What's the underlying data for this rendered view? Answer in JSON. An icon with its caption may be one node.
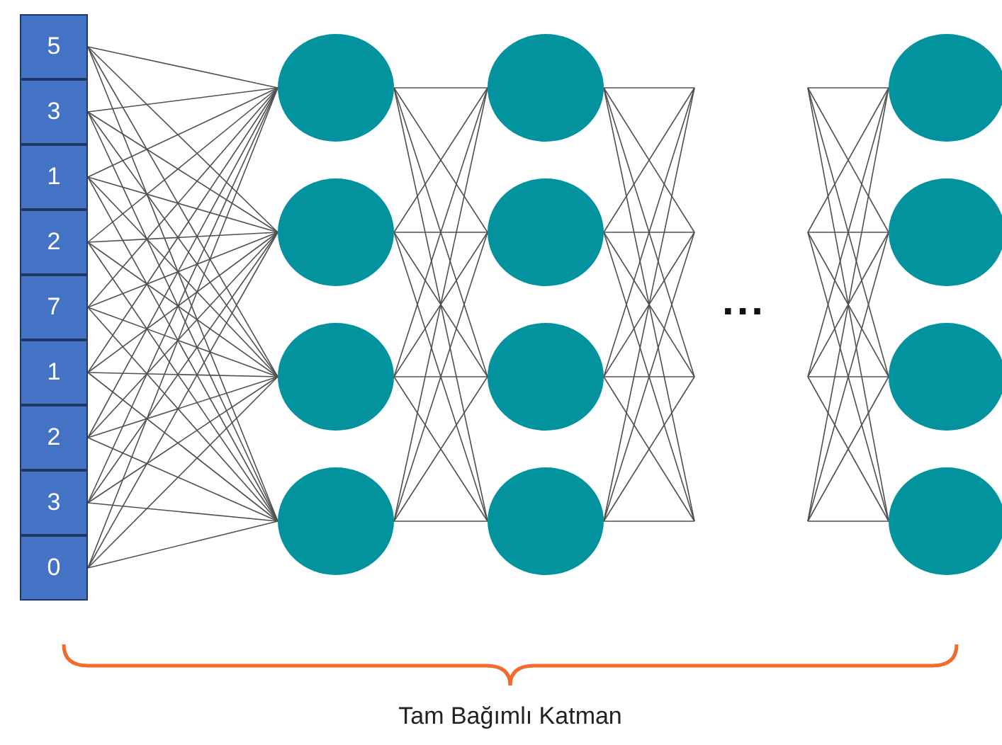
{
  "diagram": {
    "nodes": [
      {
        "text": [
          "5"
        ]
      },
      {
        "text": [
          "3"
        ]
      },
      {
        "text": [
          "1"
        ]
      },
      {
        "text": [
          "2"
        ]
      },
      {
        "text": [
          "7"
        ]
      },
      {
        "text": [
          "1"
        ]
      },
      {
        "text": [
          "2"
        ]
      },
      {
        "text": [
          "3"
        ]
      },
      {
        "text": [
          "0"
        ]
      },
      {
        "text": [],
        "shape": "circle"
      },
      {
        "text": [],
        "shape": "circle"
      },
      {
        "text": [],
        "shape": "circle"
      },
      {
        "text": [],
        "shape": "circle"
      },
      {
        "text": [],
        "shape": "circle"
      },
      {
        "text": [],
        "shape": "circle"
      },
      {
        "text": [],
        "shape": "circle"
      },
      {
        "text": [],
        "shape": "circle"
      },
      {
        "text": [],
        "shape": "circle"
      },
      {
        "text": [],
        "shape": "circle"
      },
      {
        "text": [],
        "shape": "circle"
      },
      {
        "text": [],
        "shape": "circle"
      }
    ],
    "edges": [
      {
        "from": 0,
        "to": 9,
        "arrow": "none"
      },
      {
        "from": 0,
        "to": 10,
        "arrow": "none"
      },
      {
        "from": 0,
        "to": 11,
        "arrow": "none"
      },
      {
        "from": 0,
        "to": 12,
        "arrow": "none"
      },
      {
        "from": 1,
        "to": 9,
        "arrow": "none"
      },
      {
        "from": 1,
        "to": 10,
        "arrow": "none"
      },
      {
        "from": 1,
        "to": 11,
        "arrow": "none"
      },
      {
        "from": 1,
        "to": 12,
        "arrow": "none"
      },
      {
        "from": 2,
        "to": 9,
        "arrow": "none"
      },
      {
        "from": 2,
        "to": 10,
        "arrow": "none"
      },
      {
        "from": 2,
        "to": 11,
        "arrow": "none"
      },
      {
        "from": 2,
        "to": 12,
        "arrow": "none"
      },
      {
        "from": 3,
        "to": 9,
        "arrow": "none"
      },
      {
        "from": 3,
        "to": 10,
        "arrow": "none"
      },
      {
        "from": 3,
        "to": 11,
        "arrow": "none"
      },
      {
        "from": 3,
        "to": 12,
        "arrow": "none"
      },
      {
        "from": 4,
        "to": 9,
        "arrow": "none"
      },
      {
        "from": 4,
        "to": 10,
        "arrow": "none"
      },
      {
        "from": 4,
        "to": 11,
        "arrow": "none"
      },
      {
        "from": 4,
        "to": 12,
        "arrow": "none"
      },
      {
        "from": 5,
        "to": 9,
        "arrow": "none"
      },
      {
        "from": 5,
        "to": 10,
        "arrow": "none"
      },
      {
        "from": 5,
        "to": 11,
        "arrow": "none"
      },
      {
        "from": 5,
        "to": 12,
        "arrow": "none"
      },
      {
        "from": 6,
        "to": 9,
        "arrow": "none"
      },
      {
        "from": 6,
        "to": 10,
        "arrow": "none"
      },
      {
        "from": 6,
        "to": 11,
        "arrow": "none"
      },
      {
        "from": 6,
        "to": 12,
        "arrow": "none"
      },
      {
        "from": 7,
        "to": 9,
        "arrow": "none"
      },
      {
        "from": 7,
        "to": 10,
        "arrow": "none"
      },
      {
        "from": 7,
        "to": 11,
        "arrow": "none"
      },
      {
        "from": 7,
        "to": 12,
        "arrow": "none"
      },
      {
        "from": 8,
        "to": 9,
        "arrow": "none"
      },
      {
        "from": 8,
        "to": 10,
        "arrow": "none"
      },
      {
        "from": 8,
        "to": 11,
        "arrow": "none"
      },
      {
        "from": 8,
        "to": 12,
        "arrow": "none"
      },
      {
        "from": 9,
        "to": 13,
        "arrow": "none"
      },
      {
        "from": 9,
        "to": 14,
        "arrow": "none"
      },
      {
        "from": 9,
        "to": 15,
        "arrow": "none"
      },
      {
        "from": 9,
        "to": 16,
        "arrow": "none"
      },
      {
        "from": 10,
        "to": 13,
        "arrow": "none"
      },
      {
        "from": 10,
        "to": 14,
        "arrow": "none"
      },
      {
        "from": 10,
        "to": 15,
        "arrow": "none"
      },
      {
        "from": 10,
        "to": 16,
        "arrow": "none"
      },
      {
        "from": 11,
        "to": 13,
        "arrow": "none"
      },
      {
        "from": 11,
        "to": 14,
        "arrow": "none"
      },
      {
        "from": 11,
        "to": 15,
        "arrow": "none"
      },
      {
        "from": 11,
        "to": 16,
        "arrow": "none"
      },
      {
        "from": 12,
        "to": 13,
        "arrow": "none"
      },
      {
        "from": 12,
        "to": 14,
        "arrow": "none"
      },
      {
        "from": 12,
        "to": 15,
        "arrow": "none"
      },
      {
        "from": 12,
        "to": 16,
        "arrow": "none"
      },
      {
        "from": 13,
        "to": null,
        "arrow": "none"
      },
      {
        "from": 13,
        "to": null,
        "arrow": "none"
      },
      {
        "from": 13,
        "to": null,
        "arrow": "none"
      },
      {
        "from": 13,
        "to": null,
        "arrow": "none"
      },
      {
        "from": 14,
        "to": null,
        "arrow": "none"
      },
      {
        "from": 14,
        "to": null,
        "arrow": "none"
      },
      {
        "from": 14,
        "to": null,
        "arrow": "none"
      },
      {
        "from": 14,
        "to": null,
        "arrow": "none"
      },
      {
        "from": 15,
        "to": null,
        "arrow": "none"
      },
      {
        "from": 15,
        "to": null,
        "arrow": "none"
      },
      {
        "from": 15,
        "to": null,
        "arrow": "none"
      },
      {
        "from": 15,
        "to": null,
        "arrow": "none"
      },
      {
        "from": 16,
        "to": null,
        "arrow": "none"
      },
      {
        "from": 16,
        "to": null,
        "arrow": "none"
      },
      {
        "from": 16,
        "to": null,
        "arrow": "none"
      },
      {
        "from": 16,
        "to": null,
        "arrow": "none"
      },
      {
        "from": null,
        "to": 17,
        "arrow": "none"
      },
      {
        "from": null,
        "to": 17,
        "arrow": "none"
      },
      {
        "from": null,
        "to": 17,
        "arrow": "none"
      },
      {
        "from": null,
        "to": 17,
        "arrow": "none"
      },
      {
        "from": null,
        "to": 18,
        "arrow": "none"
      },
      {
        "from": null,
        "to": 18,
        "arrow": "none"
      },
      {
        "from": null,
        "to": 18,
        "arrow": "none"
      },
      {
        "from": null,
        "to": 18,
        "arrow": "none"
      },
      {
        "from": null,
        "to": 19,
        "arrow": "none"
      },
      {
        "from": null,
        "to": 19,
        "arrow": "none"
      },
      {
        "from": null,
        "to": 19,
        "arrow": "none"
      },
      {
        "from": null,
        "to": 19,
        "arrow": "none"
      },
      {
        "from": null,
        "to": 20,
        "arrow": "none"
      },
      {
        "from": null,
        "to": 20,
        "arrow": "none"
      },
      {
        "from": null,
        "to": 20,
        "arrow": "none"
      },
      {
        "from": null,
        "to": 20,
        "arrow": "none"
      }
    ],
    "labels": [
      "...",
      "Tam Bağımlı Katman"
    ]
  }
}
